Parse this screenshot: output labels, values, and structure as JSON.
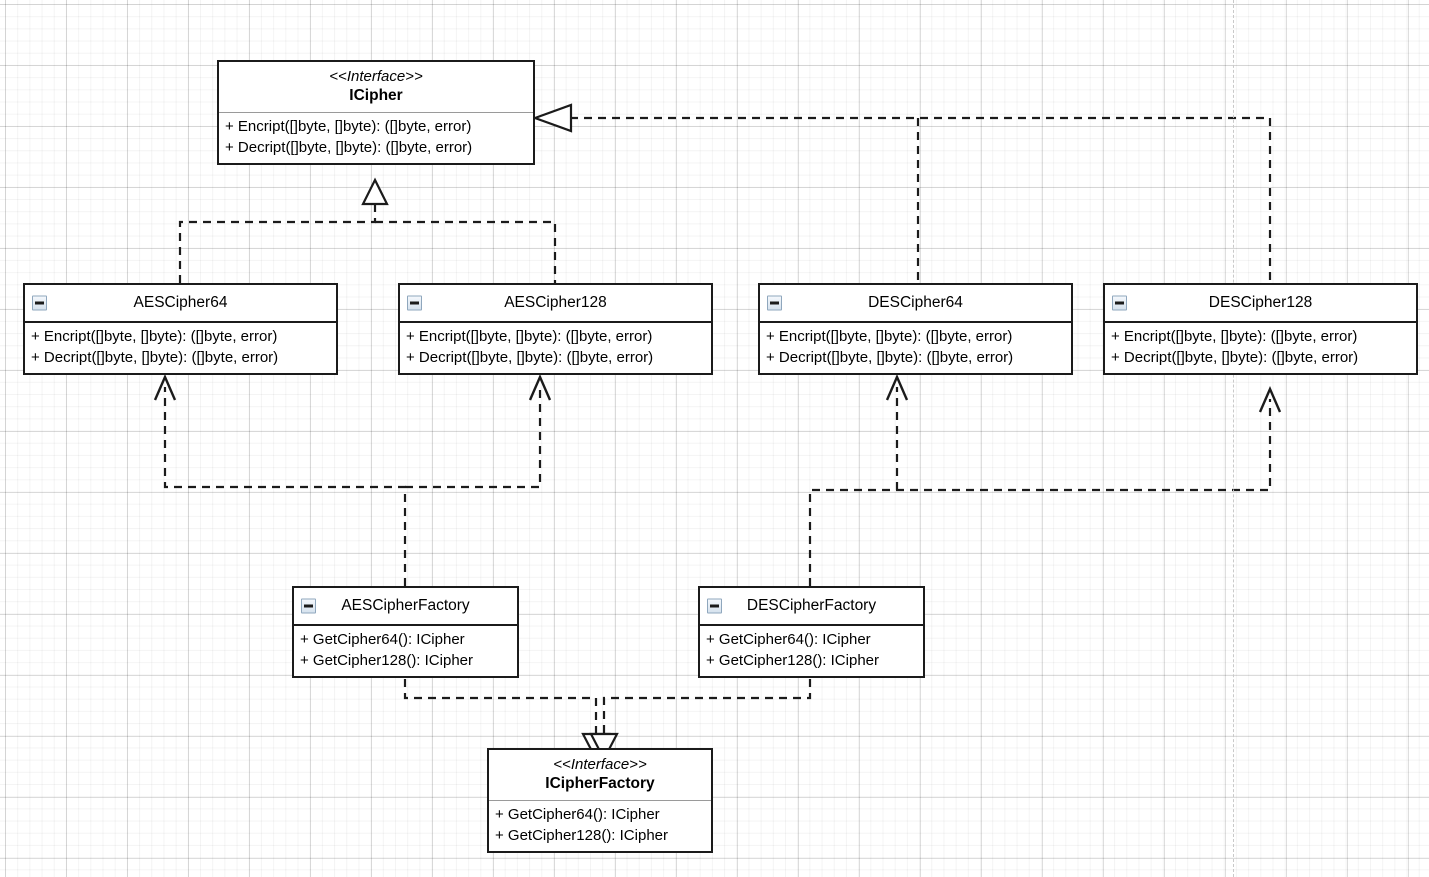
{
  "diagram": {
    "title": "Cipher Abstract Factory UML class diagram",
    "background": "#ffffff",
    "grid_color": "#d7d7d7",
    "line_color": "#1b1b1b",
    "page_break_color": "#c9c9c9",
    "stereotype": "<<Interface>>",
    "collapse_icon": "minus-square-icon"
  },
  "nodes": {
    "icipher": {
      "stereotype": "<<Interface>>",
      "name": "ICipher",
      "members": [
        "+ Encript([]byte, []byte): ([]byte, error)",
        "+ Decript([]byte, []byte): ([]byte, error)"
      ]
    },
    "aescipher64": {
      "name": "AESCipher64",
      "members": [
        "+ Encript([]byte, []byte): ([]byte, error)",
        "+ Decript([]byte, []byte): ([]byte, error)"
      ]
    },
    "aescipher128": {
      "name": "AESCipher128",
      "members": [
        "+ Encript([]byte, []byte): ([]byte, error)",
        "+ Decript([]byte, []byte): ([]byte, error)"
      ]
    },
    "descipher64": {
      "name": "DESCipher64",
      "members": [
        "+ Encript([]byte, []byte): ([]byte, error)",
        "+ Decript([]byte, []byte): ([]byte, error)"
      ]
    },
    "descipher128": {
      "name": "DESCipher128",
      "members": [
        "+ Encript([]byte, []byte): ([]byte, error)",
        "+ Decript([]byte, []byte): ([]byte, error)"
      ]
    },
    "aescipherfactory": {
      "name": "AESCipherFactory",
      "members": [
        "+ GetCipher64(): ICipher",
        "+ GetCipher128(): ICipher"
      ]
    },
    "descipherfactory": {
      "name": "DESCipherFactory",
      "members": [
        "+ GetCipher64(): ICipher",
        "+ GetCipher128(): ICipher"
      ]
    },
    "icipherfactory": {
      "stereotype": "<<Interface>>",
      "name": "ICipherFactory",
      "members": [
        "+ GetCipher64(): ICipher",
        "+ GetCipher128(): ICipher"
      ]
    }
  },
  "relationships": [
    {
      "from": "AESCipher64",
      "to": "ICipher",
      "type": "realization"
    },
    {
      "from": "AESCipher128",
      "to": "ICipher",
      "type": "realization"
    },
    {
      "from": "DESCipher64",
      "to": "ICipher",
      "type": "realization"
    },
    {
      "from": "DESCipher128",
      "to": "ICipher",
      "type": "realization"
    },
    {
      "from": "AESCipherFactory",
      "to": "AESCipher64",
      "type": "dependency"
    },
    {
      "from": "AESCipherFactory",
      "to": "AESCipher128",
      "type": "dependency"
    },
    {
      "from": "DESCipherFactory",
      "to": "DESCipher64",
      "type": "dependency"
    },
    {
      "from": "DESCipherFactory",
      "to": "DESCipher128",
      "type": "dependency"
    },
    {
      "from": "AESCipherFactory",
      "to": "ICipherFactory",
      "type": "realization"
    },
    {
      "from": "DESCipherFactory",
      "to": "ICipherFactory",
      "type": "realization"
    }
  ]
}
